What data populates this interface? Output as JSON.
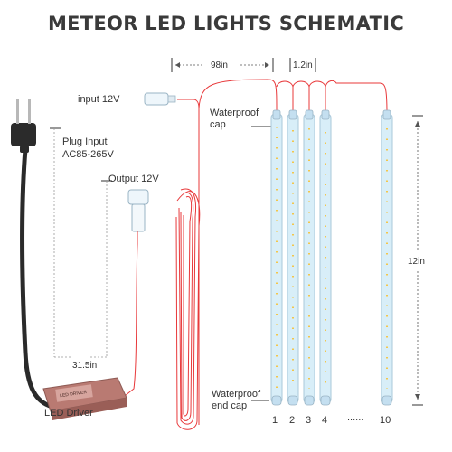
{
  "title": "METEOR LED LIGHTS SCHEMATIC",
  "labels": {
    "input": "input 12V",
    "plug_line1": "Plug Input",
    "plug_line2": "AC85-265V",
    "output": "Output 12V",
    "cable_length": "31.5in",
    "driver": "LED Driver",
    "driver_box_text": "LED DRIVER",
    "waterproof_cap_line1": "Waterproof",
    "waterproof_cap_line2": "cap",
    "waterproof_end_line1": "Waterproof",
    "waterproof_end_line2": "end cap",
    "total_width": "98in",
    "spacing": "1.2in",
    "tube_length": "12in",
    "ellipsis": "......"
  },
  "tubes": [
    "1",
    "2",
    "3",
    "4",
    "10"
  ],
  "colors": {
    "wire_red": "#e8383a",
    "cable_black": "#2a2a2a",
    "tube": "#d8eef8",
    "led": "#f3c64a",
    "driver": "#c9827a"
  }
}
